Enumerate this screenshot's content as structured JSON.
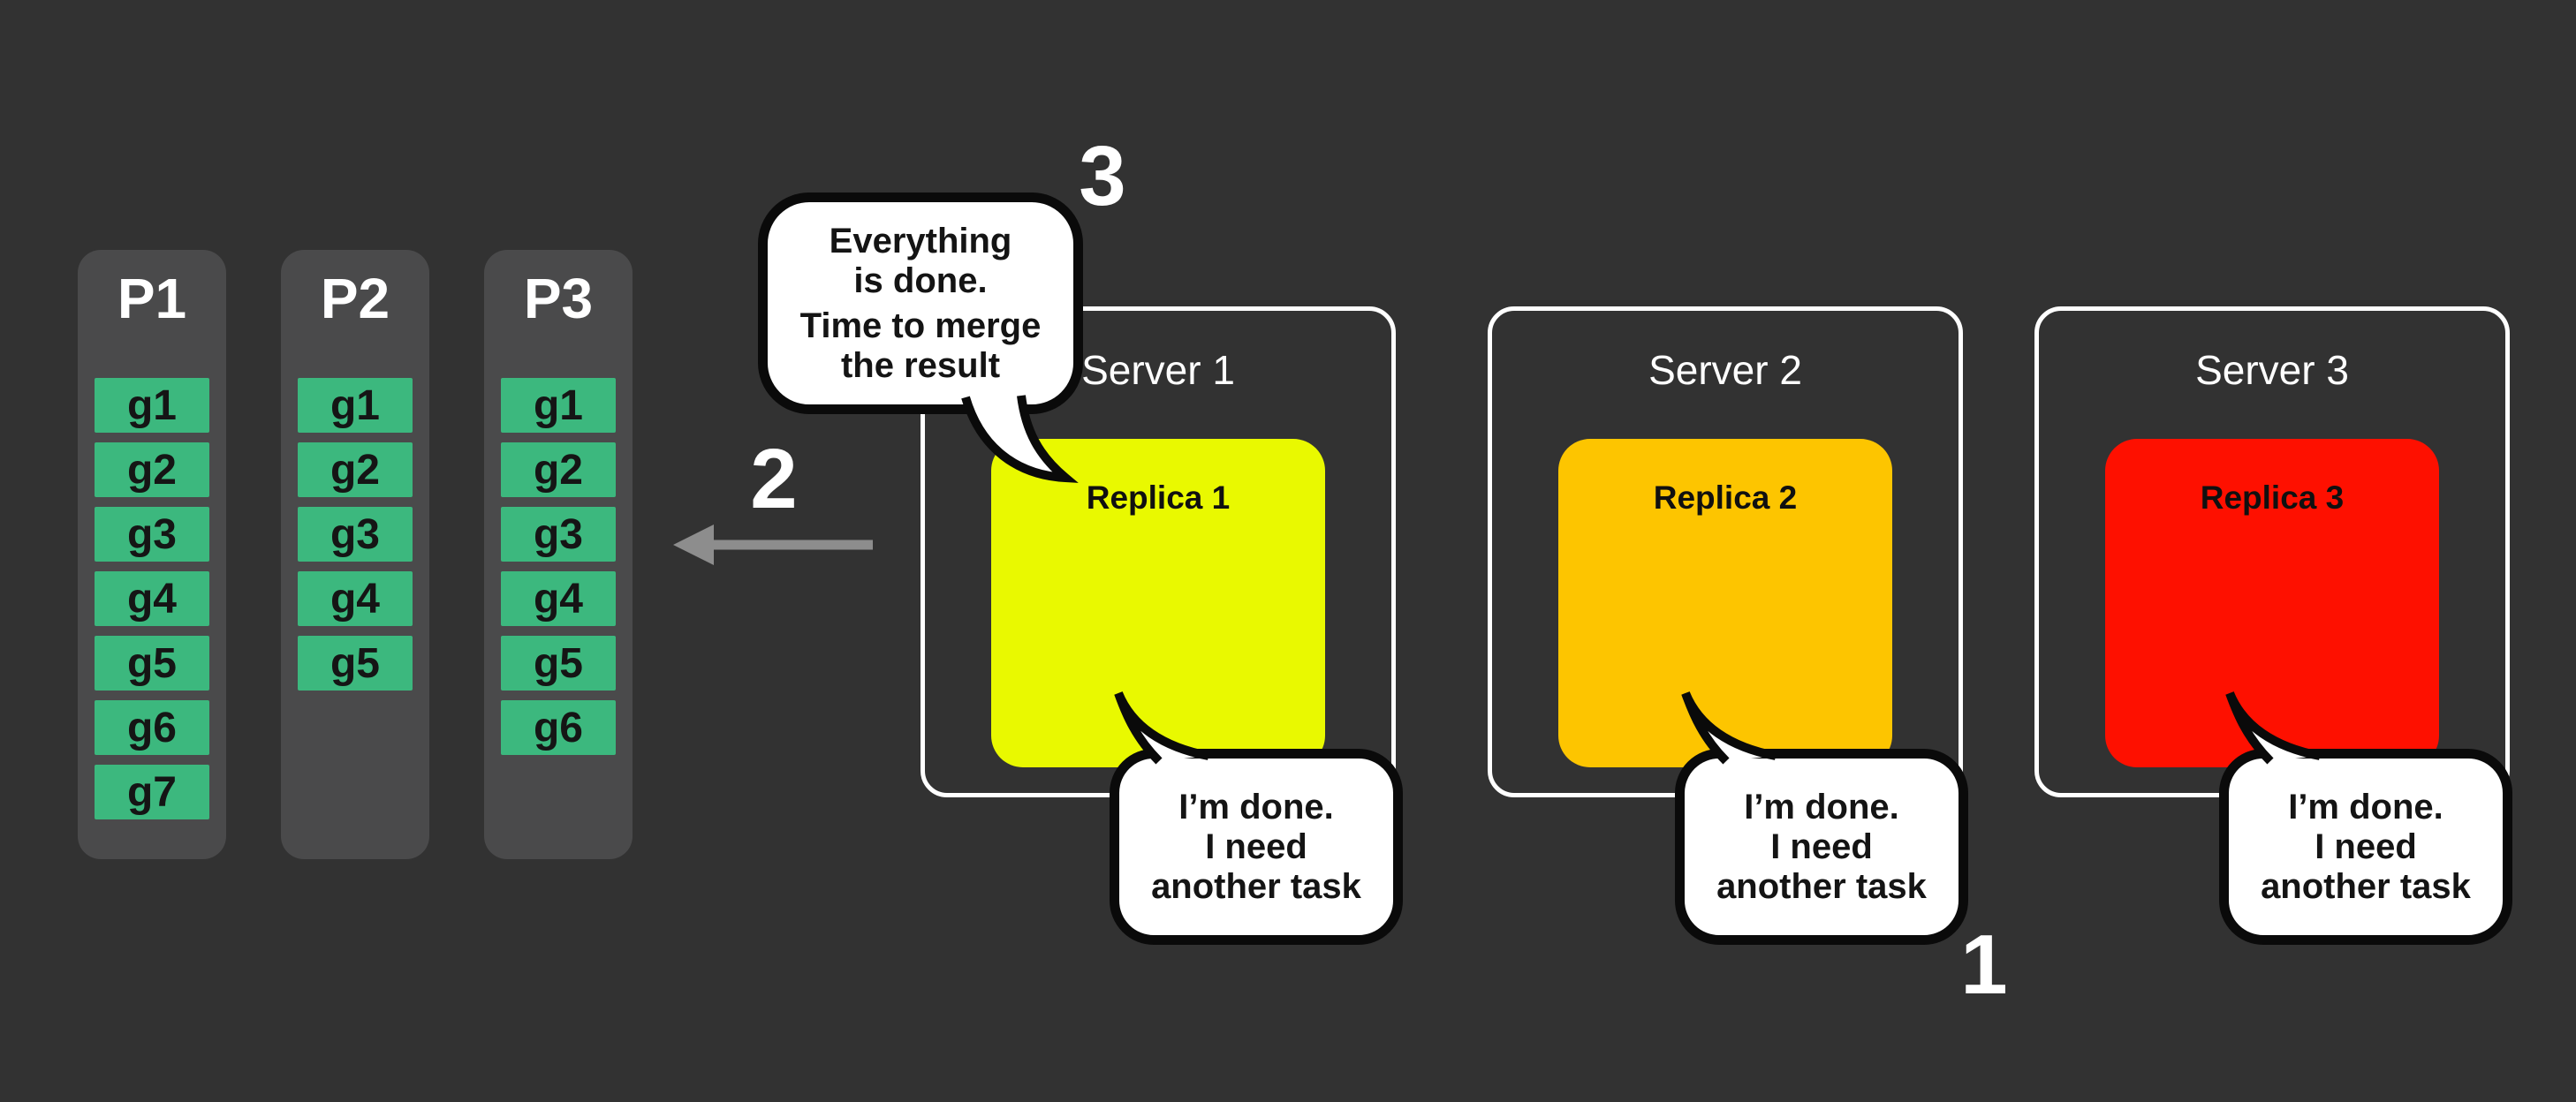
{
  "canvas": {
    "background": "#323232"
  },
  "partitions": [
    {
      "label": "P1",
      "tasks": [
        "g1",
        "g2",
        "g3",
        "g4",
        "g5",
        "g6",
        "g7"
      ]
    },
    {
      "label": "P2",
      "tasks": [
        "g1",
        "g2",
        "g3",
        "g4",
        "g5"
      ]
    },
    {
      "label": "P3",
      "tasks": [
        "g1",
        "g2",
        "g3",
        "g4",
        "g5",
        "g6"
      ]
    }
  ],
  "partition_colors": {
    "column_bg": "#4a4a4b",
    "task_bg": "#3cb87e",
    "task_text": "#151515"
  },
  "servers": [
    {
      "label": "Server 1",
      "replica_label": "Replica 1",
      "replica_color": "#e9f900"
    },
    {
      "label": "Server 2",
      "replica_label": "Replica 2",
      "replica_color": "#fdc500"
    },
    {
      "label": "Server 3",
      "replica_label": "Replica 3",
      "replica_color": "#fe1000"
    }
  ],
  "steps": [
    {
      "number": "1"
    },
    {
      "number": "2"
    },
    {
      "number": "3"
    }
  ],
  "bubbles": {
    "merge": {
      "lines": [
        "Everything",
        "is done.",
        "Time to merge",
        "the result"
      ]
    },
    "done": {
      "lines": [
        "I’m done.",
        "I need",
        "another task"
      ]
    }
  },
  "arrow": {
    "icon": "left-arrow",
    "color": "#8d8d8d"
  }
}
